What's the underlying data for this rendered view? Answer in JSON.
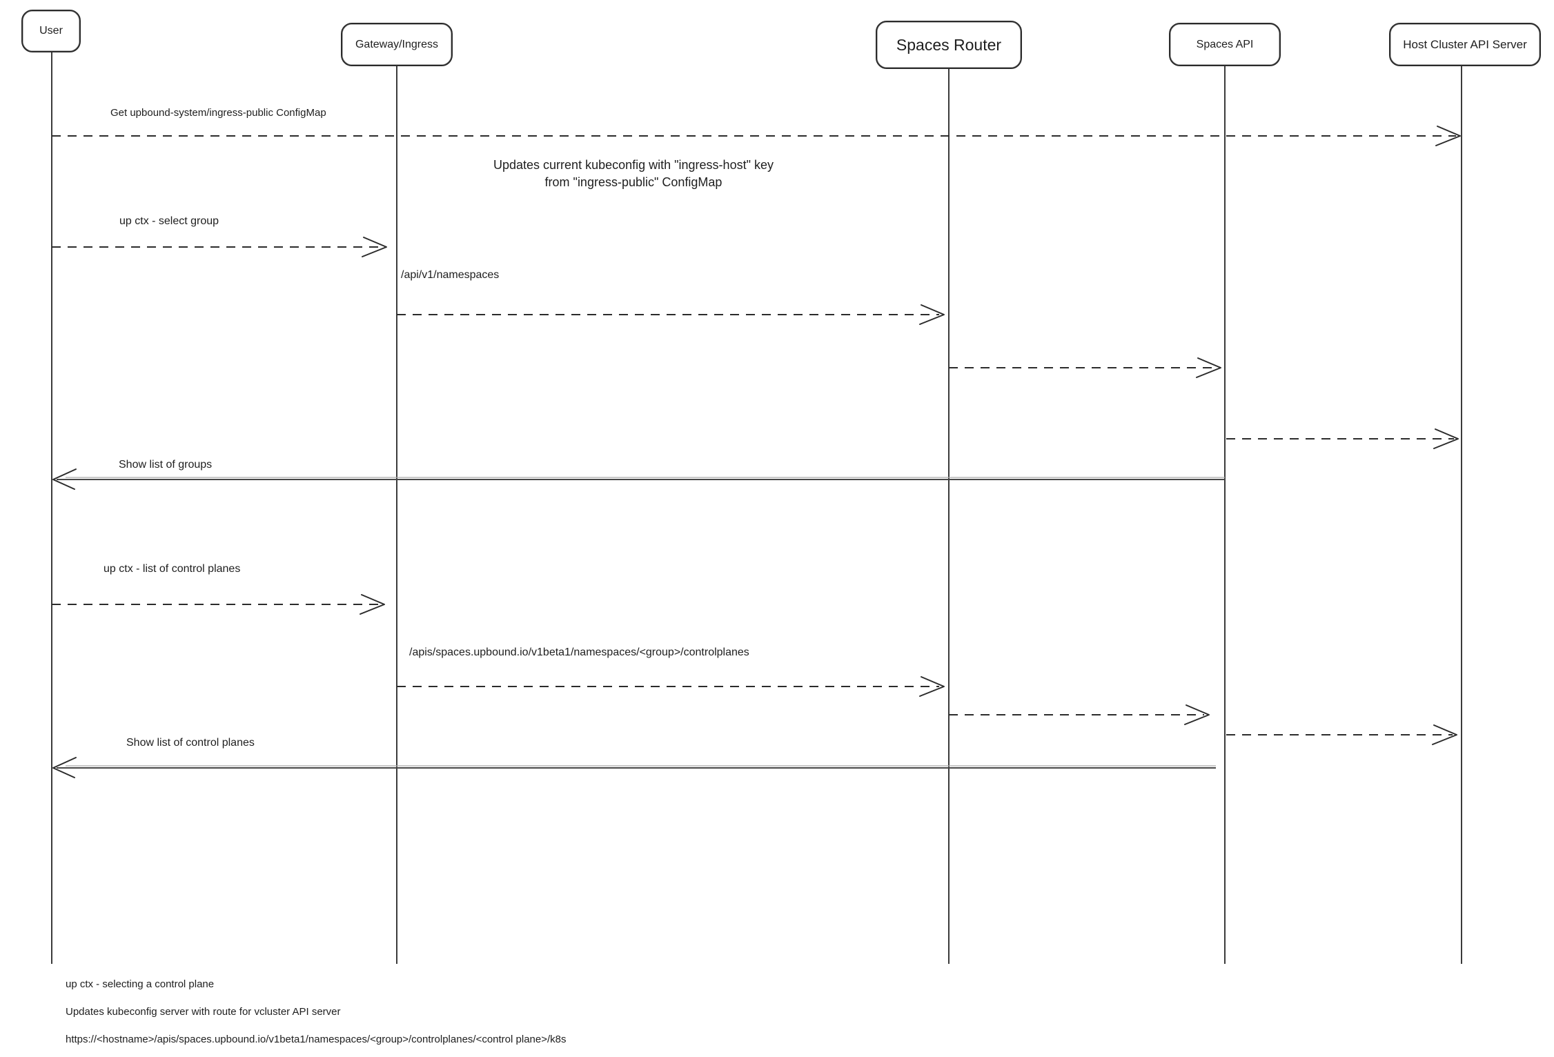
{
  "diagram": {
    "actors": [
      {
        "id": "user",
        "label": "User"
      },
      {
        "id": "gateway-ingress",
        "label": "Gateway/Ingress"
      },
      {
        "id": "spaces-router",
        "label": "Spaces Router"
      },
      {
        "id": "spaces-api",
        "label": "Spaces API"
      },
      {
        "id": "host-cluster-api-server",
        "label": "Host Cluster API Server"
      }
    ],
    "messages": {
      "get_configmap": "Get upbound-system/ingress-public ConfigMap",
      "note_line1": "Updates current kubeconfig with \"ingress-host\" key",
      "note_line2": "from \"ingress-public\" ConfigMap",
      "select_group": "up ctx - select group",
      "api_namespaces": "/api/v1/namespaces",
      "show_groups": "Show list of groups",
      "list_control_planes": "up ctx - list of control planes",
      "apis_controlplanes": "/apis/spaces.upbound.io/v1beta1/namespaces/<group>/controlplanes",
      "show_control_planes": "Show list of control planes"
    },
    "footnotes": [
      "up ctx - selecting a control plane",
      "Updates kubeconfig server with route for vcluster API server",
      "https://<hostname>/apis/spaces.upbound.io/v1beta1/namespaces/<group>/controlplanes/<control plane>/k8s"
    ],
    "colors": {
      "stroke": "#2b2b2b",
      "text": "#1e1e1e",
      "background": "#ffffff"
    }
  }
}
